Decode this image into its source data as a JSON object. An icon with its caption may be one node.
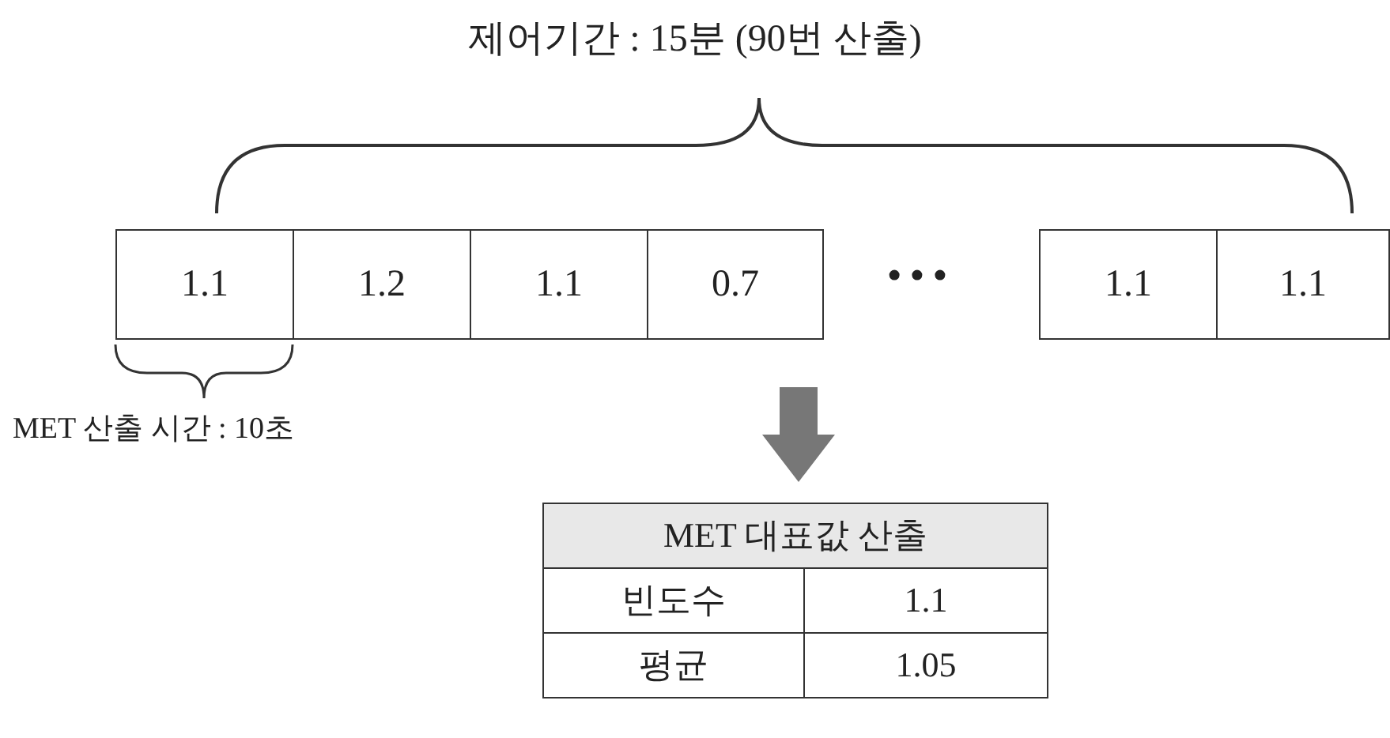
{
  "diagram": {
    "labels": [
      "제어기간 : 15분 (90번 산출)",
      "1.1",
      "1.2",
      "1.1",
      "0.7",
      "• • •",
      "1.1",
      "1.1",
      "MET 산출 시간 : 10초",
      "MET 대표값 산출",
      "빈도수",
      "1.1",
      "평균",
      "1.05"
    ]
  }
}
